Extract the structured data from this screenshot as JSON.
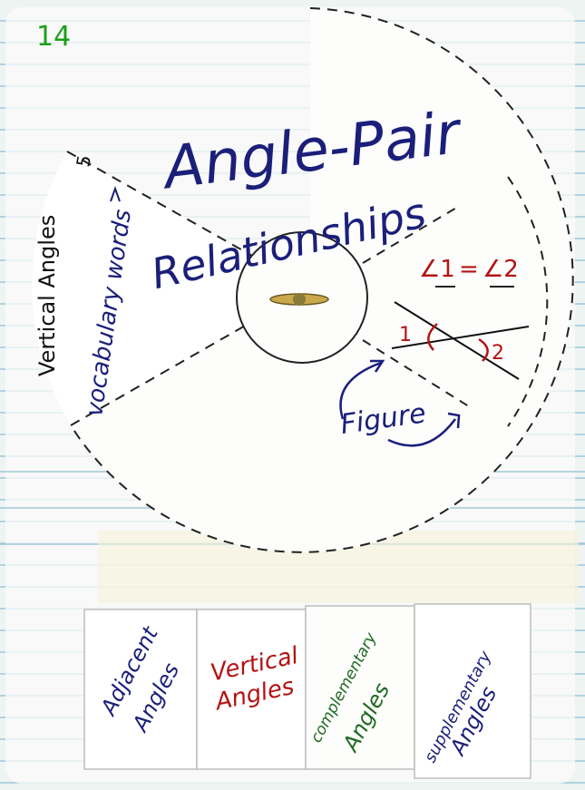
{
  "page_number": "14",
  "wheel": {
    "title_line1": "Angle-Pair",
    "title_line2": "Relationships",
    "side_label_1": "Vertical Angles",
    "side_label_2": "vocabulary words",
    "side_numbers": "5",
    "figure_label": "Figure",
    "equation_left": "∠1",
    "equation_eq": "=",
    "equation_right": "∠2",
    "angle_label_1": "1",
    "angle_label_2": "2"
  },
  "flaps": [
    {
      "line1": "Adjacent",
      "line2": "Angles"
    },
    {
      "line1": "Vertical",
      "line2": "Angles"
    },
    {
      "line1": "complementary",
      "line2": "Angles"
    },
    {
      "line1": "supplementary",
      "line2": "Angles"
    }
  ],
  "colors": {
    "navy_ink": "#1b1f7a",
    "red_ink": "#b41212",
    "green_ink": "#1f6a1f",
    "page_number_green": "#19a019",
    "paper": "#fbfbf9",
    "ruled_blue": "#9fc7d8"
  }
}
